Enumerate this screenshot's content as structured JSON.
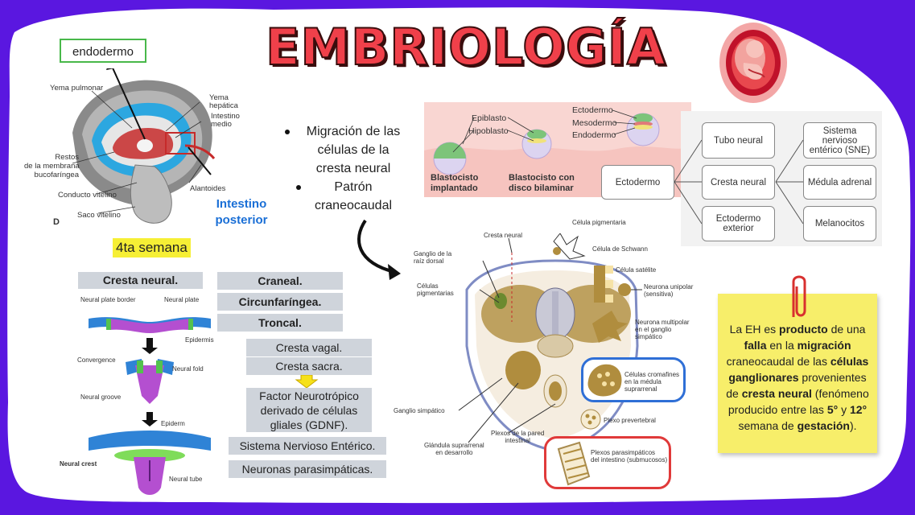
{
  "title": "EMBRIOLOGÍA",
  "endodermo_label": "endodermo",
  "embryo_labels": {
    "yema_pulmonar": "Yema pulmonar",
    "yema_hepatica": [
      "Yema",
      "hepática"
    ],
    "intestino_medio": [
      "Intestino",
      "medio"
    ],
    "restos": [
      "Restos",
      "de la membrana",
      "bucofaríngea"
    ],
    "conducto_vitelino": "Conducto vitelino",
    "saco_vitelino": "Saco vitelino",
    "alantoides": "Alantoides",
    "panel": "D"
  },
  "intestino_posterior": [
    "Intestino",
    "posterior"
  ],
  "bullets": [
    [
      "Migración de las",
      "células de la",
      "cresta neural"
    ],
    [
      "Patrón",
      "craneocaudal"
    ]
  ],
  "week_label": "4ta semana",
  "neural_panel": {
    "header": "Cresta neural.",
    "labels": {
      "plate_border": "Neural plate border",
      "plate": "Neural plate",
      "epidermis": "Epidermis",
      "convergence": "Convergence",
      "fold": "Neural fold",
      "groove": "Neural groove",
      "epiderm2": "Epiderm",
      "crest": "Neural crest",
      "tube": "Neural tube"
    }
  },
  "crest_types": [
    "Craneal.",
    "Circunfaríngea.",
    "Troncal."
  ],
  "vagal_sacra": [
    "Cresta vagal.",
    "Cresta sacra."
  ],
  "gdnf": [
    "Factor Neurotrópico",
    "derivado de células",
    "gliales (GDNF)."
  ],
  "sne": "Sistema Nervioso Entérico.",
  "parasimp": "Neuronas parasimpáticas.",
  "blasto": {
    "epiblasto": "Epiblasto",
    "hipoblasto": "Hipoblasto",
    "ectodermo": "Ectodermo",
    "mesodermo": "Mesodermo",
    "endodermo": "Endodermo",
    "cap1": [
      "Blastocisto",
      "implantado"
    ],
    "cap2": [
      "Blastocisto con",
      "disco bilaminar"
    ]
  },
  "flow": {
    "root": "Ectodermo",
    "mid": [
      "Tubo neural",
      "Cresta neural",
      "Ectodermo exterior"
    ],
    "right": [
      "Sistema nervioso entérico (SNE)",
      "Médula adrenal",
      "Melanocitos"
    ]
  },
  "cross_section": {
    "cresta_neural": "Cresta neural",
    "ganglio_raiz": [
      "Ganglio de la",
      "raíz dorsal"
    ],
    "celulas_pigmentarias": [
      "Células",
      "pigmentarias"
    ],
    "celula_pigmentaria": "Célula pigmentaria",
    "celula_schwann": "Célula de Schwann",
    "celula_satelite": "Célula satélite",
    "neurona_unipolar": [
      "Neurona unipolar",
      "(sensitiva)"
    ],
    "neurona_multipolar": [
      "Neurona multipolar",
      "en el ganglio",
      "simpático"
    ],
    "cromafines": [
      "Células cromafines",
      "en la médula",
      "suprarrenal"
    ],
    "prevertebral": "Plexo prevertebral",
    "ganglio_simpatico": "Ganglio simpático",
    "glandula": [
      "Glándula suprarrenal",
      "en desarrollo"
    ],
    "plexos_pared": [
      "Plexos de la pared",
      "intestinal"
    ],
    "plexos_parasimp": [
      "Plexos parasimpáticos",
      "del intestino (submucosos)"
    ]
  },
  "note": {
    "t1": "La EH es ",
    "b1": "producto",
    "t2": " de una ",
    "b2": "falla",
    "t3": " en la ",
    "b3": "migración",
    "t4": " craneocaudal de las ",
    "b4": "células ganglionares",
    "t5": " provenientes de ",
    "b5": "cresta neural",
    "t6": " (fenómeno producido entre las ",
    "b6": "5°",
    "t7": " y ",
    "b7": "12°",
    "t8": " semana de ",
    "b8": "gestación",
    "t9": ")."
  }
}
